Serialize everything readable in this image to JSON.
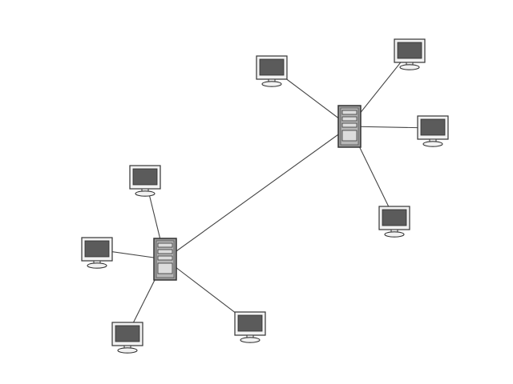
{
  "diagram": {
    "type": "network-topology",
    "background": "#ffffff",
    "colors": {
      "line": "#444444",
      "screen": "#5b5b5b",
      "bezel": "#f2f2f2",
      "device_outline": "#333333",
      "server_body": "#9a9a9a",
      "server_bay": "#dcdcdc"
    },
    "nodes": [
      {
        "id": "server-a",
        "kind": "server-icon"
      },
      {
        "id": "server-b",
        "kind": "server-icon"
      },
      {
        "id": "pc-a1",
        "kind": "monitor-icon"
      },
      {
        "id": "pc-a2",
        "kind": "monitor-icon"
      },
      {
        "id": "pc-a3",
        "kind": "monitor-icon"
      },
      {
        "id": "pc-a4",
        "kind": "monitor-icon"
      },
      {
        "id": "pc-b1",
        "kind": "monitor-icon"
      },
      {
        "id": "pc-b2",
        "kind": "monitor-icon"
      },
      {
        "id": "pc-b3",
        "kind": "monitor-icon"
      },
      {
        "id": "pc-b4",
        "kind": "monitor-icon"
      }
    ],
    "links": [
      {
        "from": "server-a",
        "to": "server-b"
      },
      {
        "from": "server-a",
        "to": "pc-a1"
      },
      {
        "from": "server-a",
        "to": "pc-a2"
      },
      {
        "from": "server-a",
        "to": "pc-a3"
      },
      {
        "from": "server-a",
        "to": "pc-a4"
      },
      {
        "from": "server-b",
        "to": "pc-b1"
      },
      {
        "from": "server-b",
        "to": "pc-b2"
      },
      {
        "from": "server-b",
        "to": "pc-b3"
      },
      {
        "from": "server-b",
        "to": "pc-b4"
      }
    ]
  }
}
